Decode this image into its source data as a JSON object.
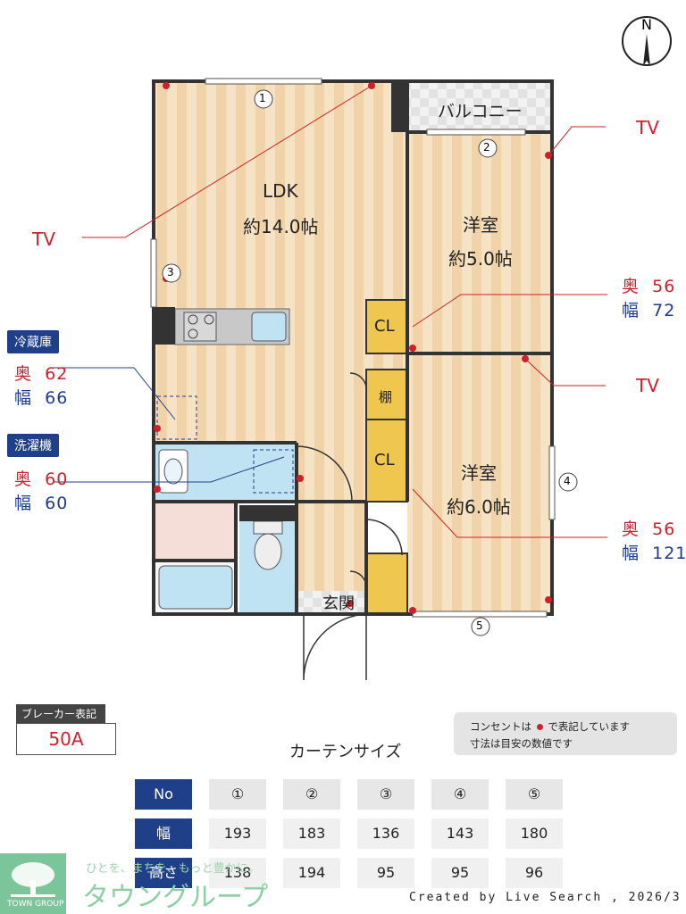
{
  "compass": {
    "letter": "N"
  },
  "rooms": {
    "ldk": {
      "name": "LDK",
      "size": "約14.0帖"
    },
    "western1": {
      "name": "洋室",
      "size": "約5.0帖"
    },
    "western2": {
      "name": "洋室",
      "size": "約6.0帖"
    },
    "balcony": "バルコニー",
    "closet1": "CL",
    "closet2": "CL",
    "shelf": "棚",
    "entrance": "玄関"
  },
  "window_numbers": [
    "1",
    "2",
    "3",
    "4",
    "5"
  ],
  "tv_labels": [
    "TV",
    "TV",
    "TV"
  ],
  "dimensions": {
    "fridge": {
      "title": "冷蔵庫",
      "depth_label": "奥",
      "depth": "62",
      "width_label": "幅",
      "width": "66"
    },
    "washer": {
      "title": "洗濯機",
      "depth_label": "奥",
      "depth": "60",
      "width_label": "幅",
      "width": "60"
    },
    "room1_closet": {
      "depth_label": "奥",
      "depth": "56",
      "width_label": "幅",
      "width": "72"
    },
    "room2_closet": {
      "depth_label": "奥",
      "depth": "56",
      "width_label": "幅",
      "width": "121"
    }
  },
  "breaker": {
    "title": "ブレーカー表記",
    "value": "50A"
  },
  "note": {
    "line1": "コンセントは",
    "line1b": "で表記しています",
    "line2": "寸法は目安の数値です"
  },
  "curtain": {
    "title": "カーテンサイズ",
    "headers": [
      "No",
      "①",
      "②",
      "③",
      "④",
      "⑤"
    ],
    "rows": [
      {
        "label": "幅",
        "values": [
          "193",
          "183",
          "136",
          "143",
          "180"
        ]
      },
      {
        "label": "高さ",
        "values": [
          "138",
          "194",
          "95",
          "95",
          "96"
        ]
      }
    ]
  },
  "footer": {
    "logo_caption": "TOWN GROUP",
    "slogan": "ひとを、まちを、もっと豊かに。",
    "brand": "タウングループ",
    "credit": "Created by Live Search , 2026/3"
  },
  "colors": {
    "navy": "#1f3f88",
    "red": "#d01f2a",
    "wood": "#f4dfc0",
    "logo_green": "#7cc49a"
  }
}
